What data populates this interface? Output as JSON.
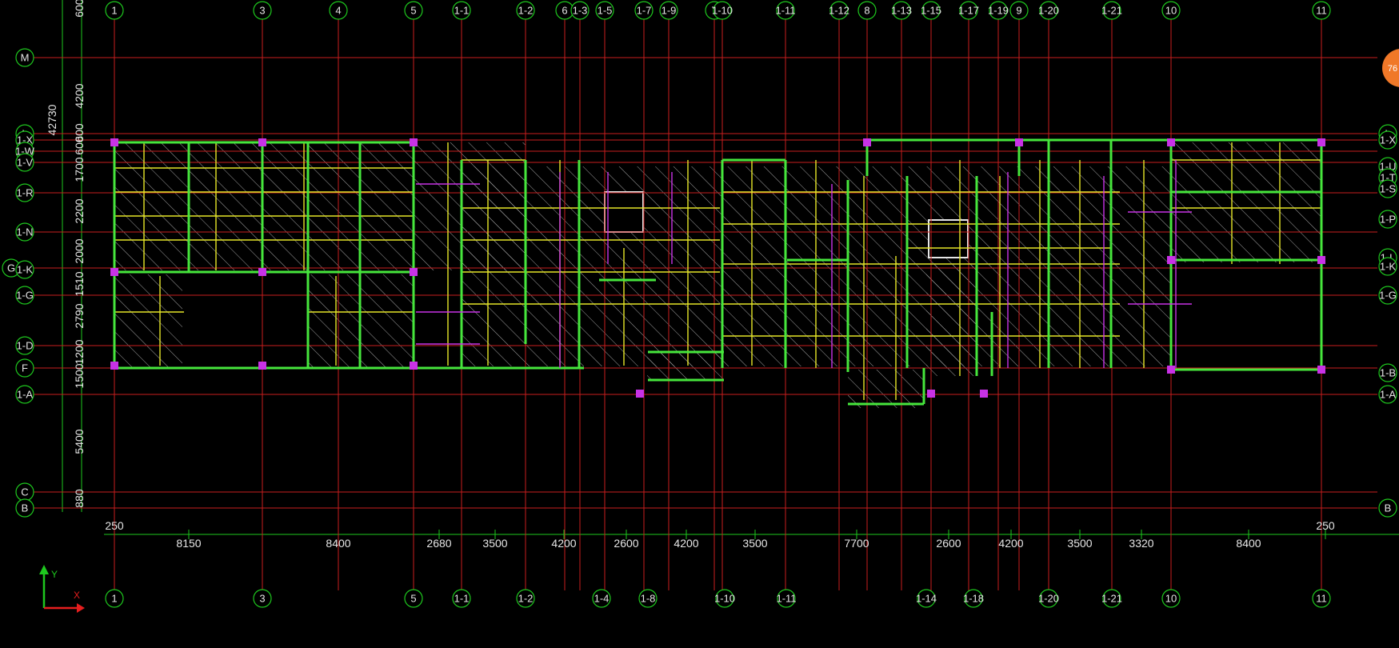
{
  "top_bubbles": [
    "1",
    "3",
    "4",
    "5",
    "1-1",
    "1-2",
    "6",
    "1-3",
    "1-5",
    "1-7",
    "1-9",
    "7",
    "1-10",
    "1-11",
    "1-12",
    "8",
    "1-13",
    "1-15",
    "1-17",
    "1-19",
    "9",
    "1-20",
    "1-21",
    "10",
    "11"
  ],
  "bottom_bubbles": [
    "1",
    "3",
    "5",
    "1-1",
    "1-2",
    "1-4",
    "1-8",
    "1-10",
    "1-11",
    "1-14",
    "1-18",
    "1-20",
    "1-21",
    "10",
    "11"
  ],
  "left_bubbles": [
    "M",
    "L",
    "1-X",
    "1-W",
    "1-V",
    "1-R",
    "1-N",
    "G",
    "1-K",
    "1-G",
    "1-D",
    "F",
    "1-A",
    "C",
    "B"
  ],
  "right_bubbles": [
    "L",
    "1-X",
    "1-U",
    "1-T",
    "1-S",
    "1-P",
    "1-L",
    "1-K",
    "1-G",
    "1-B",
    "1-A",
    "B"
  ],
  "vertical_dims": [
    "600",
    "4200",
    "42730",
    "600",
    "600",
    "1700",
    "2200",
    "2000",
    "1510",
    "2790",
    "1200",
    "1500",
    "5400",
    "880"
  ],
  "horizontal_dims": [
    "250",
    "8150",
    "8400",
    "2680",
    "3500",
    "4200",
    "2600",
    "4200",
    "3500",
    "7700",
    "2600",
    "4200",
    "3500",
    "3320",
    "8400",
    "250"
  ],
  "badge": "76",
  "axis": {
    "y": "Y",
    "x": "X"
  },
  "colors": {
    "background": "#000000",
    "grid_line": "#c81e1e",
    "bubble": "#1ec81e",
    "wall": "#46e63c",
    "beam": "#e6e628",
    "column": "#c832e6",
    "hatch": "#b4b4b4",
    "text": "#e6e6e6",
    "badge": "#f07828"
  }
}
